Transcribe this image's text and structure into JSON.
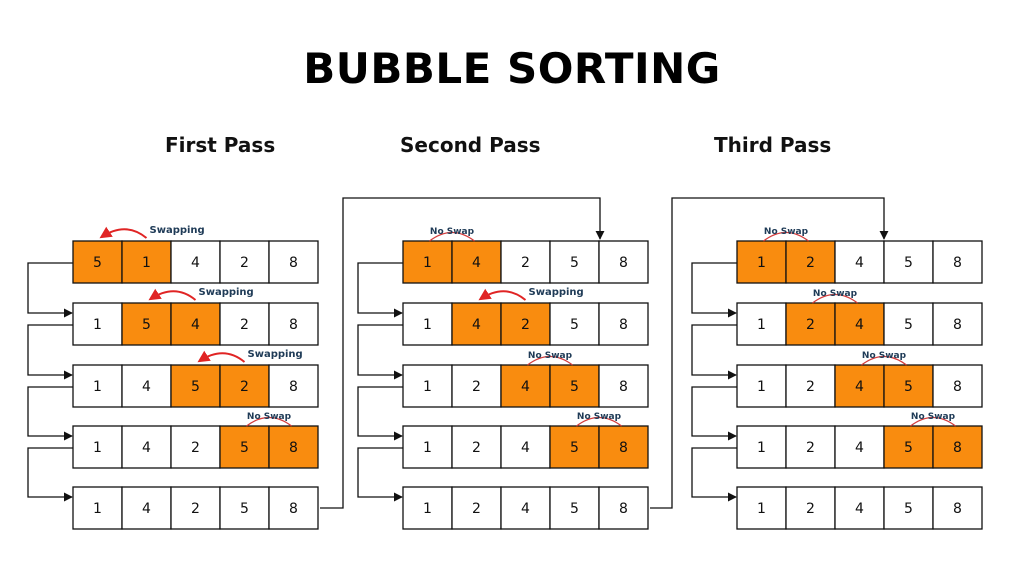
{
  "title": "BUBBLE SORTING",
  "colors": {
    "highlight": "#f98c0f",
    "swap_arrow": "#e02424",
    "no_swap_arc": "#d33c3c",
    "label": "#1f3b57",
    "border": "#111111"
  },
  "passes": [
    {
      "title": "First Pass",
      "rows": [
        {
          "values": [
            "5",
            "1",
            "4",
            "2",
            "8"
          ],
          "highlight": [
            0,
            1
          ],
          "note": "Swapping"
        },
        {
          "values": [
            "1",
            "5",
            "4",
            "2",
            "8"
          ],
          "highlight": [
            1,
            2
          ],
          "note": "Swapping"
        },
        {
          "values": [
            "1",
            "4",
            "5",
            "2",
            "8"
          ],
          "highlight": [
            2,
            3
          ],
          "note": "Swapping"
        },
        {
          "values": [
            "1",
            "4",
            "2",
            "5",
            "8"
          ],
          "highlight": [
            3,
            4
          ],
          "note": "No Swap"
        },
        {
          "values": [
            "1",
            "4",
            "2",
            "5",
            "8"
          ],
          "highlight": [],
          "note": ""
        }
      ]
    },
    {
      "title": "Second Pass",
      "rows": [
        {
          "values": [
            "1",
            "4",
            "2",
            "5",
            "8"
          ],
          "highlight": [
            0,
            1
          ],
          "note": "No Swap"
        },
        {
          "values": [
            "1",
            "4",
            "2",
            "5",
            "8"
          ],
          "highlight": [
            1,
            2
          ],
          "note": "Swapping"
        },
        {
          "values": [
            "1",
            "2",
            "4",
            "5",
            "8"
          ],
          "highlight": [
            2,
            3
          ],
          "note": "No Swap"
        },
        {
          "values": [
            "1",
            "2",
            "4",
            "5",
            "8"
          ],
          "highlight": [
            3,
            4
          ],
          "note": "No Swap"
        },
        {
          "values": [
            "1",
            "2",
            "4",
            "5",
            "8"
          ],
          "highlight": [],
          "note": ""
        }
      ]
    },
    {
      "title": "Third Pass",
      "rows": [
        {
          "values": [
            "1",
            "2",
            "4",
            "5",
            "8"
          ],
          "highlight": [
            0,
            1
          ],
          "note": "No Swap"
        },
        {
          "values": [
            "1",
            "2",
            "4",
            "5",
            "8"
          ],
          "highlight": [
            1,
            2
          ],
          "note": "No Swap"
        },
        {
          "values": [
            "1",
            "2",
            "4",
            "5",
            "8"
          ],
          "highlight": [
            2,
            3
          ],
          "note": "No Swap"
        },
        {
          "values": [
            "1",
            "2",
            "4",
            "5",
            "8"
          ],
          "highlight": [
            3,
            4
          ],
          "note": "No Swap"
        },
        {
          "values": [
            "1",
            "2",
            "4",
            "5",
            "8"
          ],
          "highlight": [],
          "note": ""
        }
      ]
    }
  ]
}
